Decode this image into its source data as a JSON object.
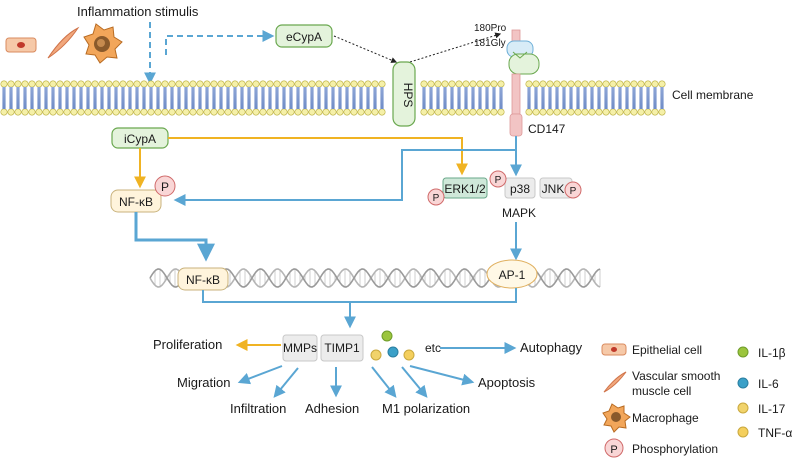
{
  "labels": {
    "stimulus": "Inflammation stimulis",
    "ecypa": "eCypA",
    "hps": "HPS",
    "pro180": "180Pro",
    "gly181": "181Gly",
    "membrane": "Cell membrane",
    "cd147": "CD147",
    "icypa": "iCypA",
    "nfkb": "NF-κB",
    "erk": "ERK1/2",
    "p38": "p38",
    "jnk": "JNK",
    "mapk": "MAPK",
    "nfkb_dna": "NF-κB",
    "ap1": "AP-1",
    "mmps": "MMPs",
    "timp1": "TIMP1",
    "etc": "etc",
    "p": "P"
  },
  "outcomes": {
    "proliferation": "Proliferation",
    "migration": "Migration",
    "infiltration": "Infiltration",
    "adhesion": "Adhesion",
    "m1": "M1 polarization",
    "autophagy": "Autophagy",
    "apoptosis": "Apoptosis"
  },
  "legend": {
    "epithelial": "Epithelial cell",
    "vascular_line1": "Vascular smooth",
    "vascular_line2": "muscle cell",
    "macrophage": "Macrophage",
    "phosphorylation": "Phosphorylation",
    "il1b": "IL-1β",
    "il6": "IL-6",
    "il17": "IL-17",
    "tnfa": "TNF-α"
  },
  "colors": {
    "blue_arrow": "#5aa6d3",
    "orange_arrow": "#f0b323",
    "green_box": "#e4f3dc",
    "pink": "#f9d6d6",
    "il1b": "#9bc53d",
    "il6": "#3aa0c8",
    "il17": "#f1d36b",
    "tnfa": "#f4cf5d"
  }
}
